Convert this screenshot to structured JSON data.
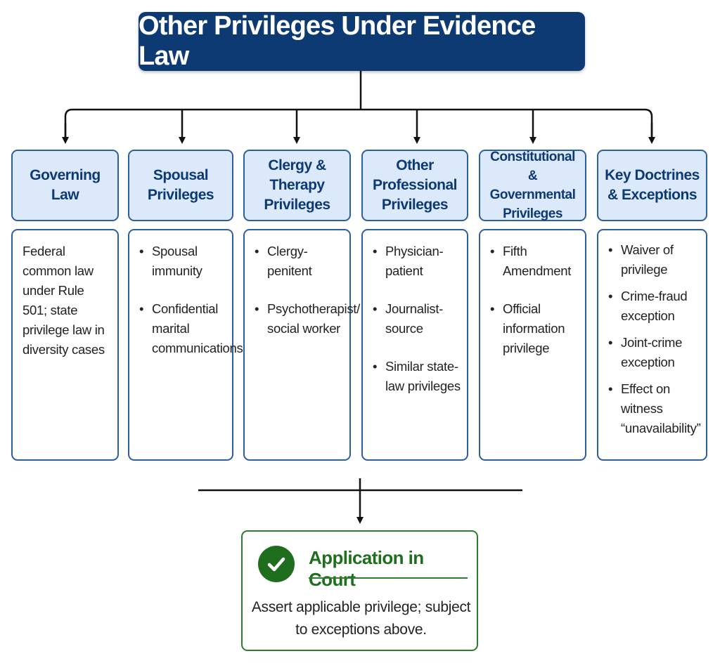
{
  "title": "Other Privileges Under Evidence Law",
  "columns": [
    {
      "heading": "Governing Law",
      "body": "Federal common law under Rule 501; state privilege law in diversity cases",
      "items": []
    },
    {
      "heading": "Spousal Privileges",
      "items": [
        "Spousal immunity",
        "Confidential marital communications"
      ]
    },
    {
      "heading": "Clergy & Therapy Privileges",
      "items": [
        "Clergy-penitent",
        "Psychotherapist/ social worker"
      ]
    },
    {
      "heading": "Other Professional Privileges",
      "items": [
        "Physician-patient",
        "Journalist-source",
        "Similar state-law privileges"
      ]
    },
    {
      "heading": "Constitutional & Governmental Privileges",
      "items": [
        "Fifth Amendment",
        "Official information privilege"
      ]
    },
    {
      "heading": "Key Doctrines & Exceptions",
      "items": [
        "Waiver of privilege",
        "Crime-fraud exception",
        "Joint-crime exception",
        "Effect on witness “unavailability”"
      ]
    }
  ],
  "application": {
    "title": "Application in Court",
    "text": "Assert applicable privilege; subject to exceptions above.",
    "icon": "check-circle-icon"
  },
  "colors": {
    "title_bg": "#0d3a72",
    "heading_bg": "#dce9fb",
    "border": "#2c5f9e",
    "green": "#1e6e1e"
  }
}
